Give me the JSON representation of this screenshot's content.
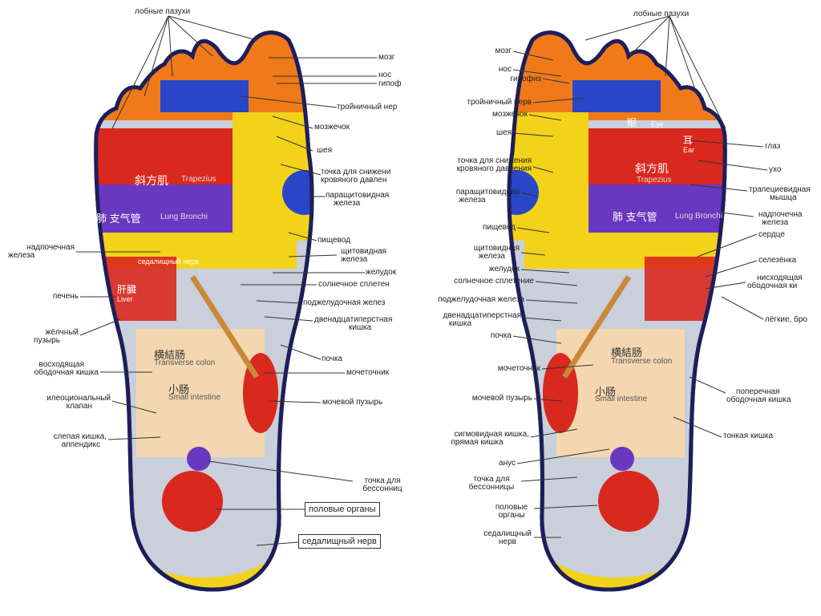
{
  "colors": {
    "outline": "#1e1e5a",
    "yellow": "#f3d21a",
    "red": "#d9281e",
    "orange": "#f07a1a",
    "blue": "#2a46c8",
    "purple": "#6a38c0",
    "lavender": "#9b86e8",
    "beige": "#f4d7b0",
    "gray": "#c9cfdb"
  },
  "left_foot": {
    "labels": {
      "frontal_sinuses": "лобные пазухи",
      "brain": "мозг",
      "nose": "нос",
      "pituitary": "гипоф",
      "trigeminal": "тройничный нер",
      "cerebellum": "мозжечок",
      "neck": "шея",
      "bp_point_1": "точка для снижени",
      "bp_point_2": "кровяного давлен",
      "parathyroid_1": "паращитовидная",
      "parathyroid_2": "железа",
      "esophagus": "пищевод",
      "thyroid_1": "щитовидная",
      "thyroid_2": "железа",
      "stomach": "желудок",
      "solar_plexus": "солнечное сплетен",
      "pancreas": "поджелудочная желез",
      "duodenum_1": "двенадцатиперстная",
      "duodenum_2": "кишка",
      "kidney": "почка",
      "ureter": "мочеточник",
      "bladder": "мочевой пузырь",
      "insomnia_1": "точка для",
      "insomnia_2": "бессонниц",
      "genitals": "половые органы",
      "sciatic": "седалищный нерв",
      "adrenal_1": "надпочечная",
      "adrenal_2": "железа",
      "liver": "печень",
      "gallbladder_1": "жёлчный",
      "gallbladder_2": "пузырь",
      "ascending_colon_1": "восходящая",
      "ascending_colon_2": "ободочная кишка",
      "ileocecal_1": "илеоциональный",
      "ileocecal_2": "клапан",
      "cecum_1": "слепая кишка,",
      "cecum_2": "аппендикс"
    },
    "zones": {
      "trapezius_cn": "斜方肌",
      "trapezius_en": "Trapezius",
      "lung_cn": "肺 支气管",
      "lung_en": "Lung Bronchi",
      "sciatic_in_foot": "седалищный нерв",
      "liver_cn": "肝臓",
      "liver_en": "Liver",
      "transverse_cn": "横結肠",
      "transverse_en": "Transverse colon",
      "small_cn": "小肠",
      "small_en": "Small intestine"
    }
  },
  "right_foot": {
    "labels": {
      "frontal_sinuses": "лобные пазухи",
      "brain": "мозг",
      "nose": "нос",
      "pituitary": "гипофиз",
      "trigeminal": "тройничный нерв",
      "cerebellum": "мозжечок",
      "neck": "шея",
      "bp_point_1": "точка для снижения",
      "bp_point_2": "кровяного давления",
      "parathyroid_1": "паращитовидная",
      "parathyroid_2": "железа",
      "esophagus": "пищевод",
      "thyroid_1": "щитовидная",
      "thyroid_2": "железа",
      "stomach": "желудок",
      "solar_plexus": "солнечное сплетение",
      "pancreas": "поджелудочная железа",
      "duodenum_1": "двенадцатиперстная",
      "duodenum_2": "кишка",
      "kidney": "почка",
      "ureter": "мочеточник",
      "bladder": "мочевой пузырь",
      "sigmoid_1": "сигмовидная кишка,",
      "sigmoid_2": "прямая кишка",
      "anus": "анус",
      "insomnia_1": "точка для",
      "insomnia_2": "бессонницы",
      "genitals_1": "половые",
      "genitals_2": "органы",
      "sciatic_1": "седалищный",
      "sciatic_2": "нерв",
      "eye": "глаз",
      "ear": "ухо",
      "trapezius_1": "трапециевидная",
      "trapezius_2": "мышца",
      "adrenal_1": "надпочечна",
      "adrenal_2": "железа",
      "heart": "сердце",
      "spleen": "селезёнка",
      "descending_colon_1": "нисходящая",
      "descending_colon_2": "ободочная ки",
      "lungs": "лёгкие, бро",
      "transverse_colon_1": "поперечная",
      "transverse_colon_2": "ободочная кишка",
      "small_intestine": "тонкая кишка"
    },
    "zones": {
      "eye_cn": "眼",
      "eye_en": "Eye",
      "ear_cn": "耳",
      "ear_en": "Ear",
      "trapezius_cn": "斜方肌",
      "trapezius_en": "Trapezius",
      "lung_cn": "肺 支气管",
      "lung_en": "Lung Bronchi",
      "transverse_cn": "横結肠",
      "transverse_en": "Transverse colon",
      "small_cn": "小肠",
      "small_en": "Small intestine"
    }
  }
}
